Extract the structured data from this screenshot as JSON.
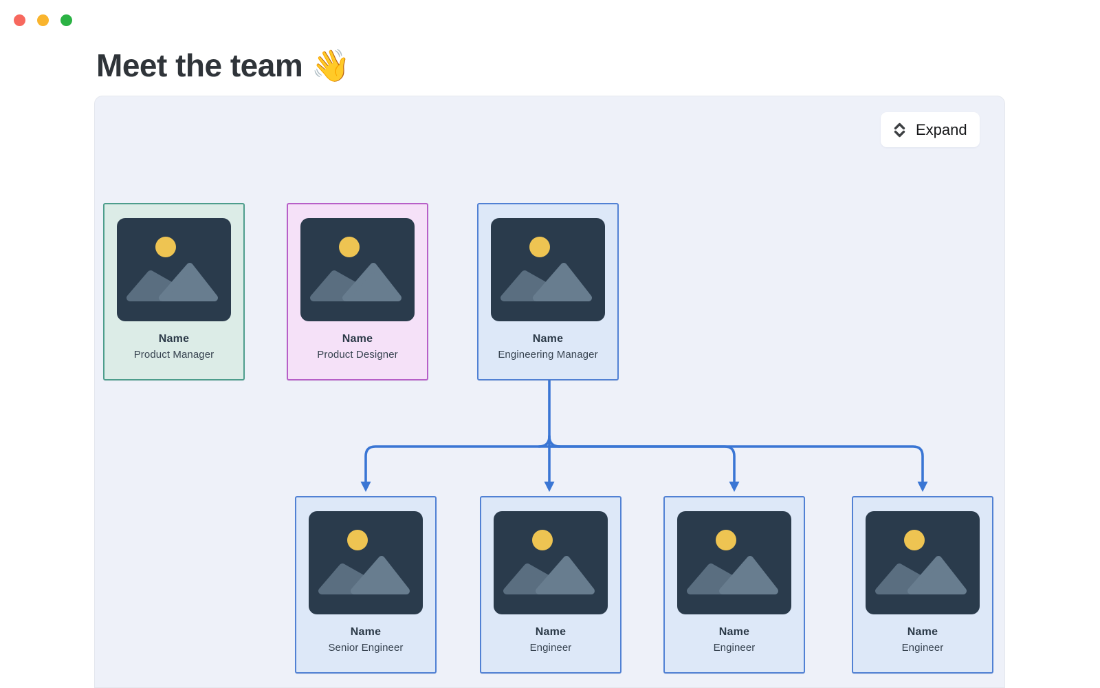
{
  "window": {
    "controls": [
      {
        "name": "close",
        "color": "#f7685e"
      },
      {
        "name": "minimize",
        "color": "#f9b42d"
      },
      {
        "name": "zoom",
        "color": "#2bb244"
      }
    ]
  },
  "page": {
    "title": "Meet the team 👋",
    "background": "#ffffff"
  },
  "org_chart": {
    "panel_background": "#eef1f9",
    "panel_border": "#e4e7ee",
    "connector_color": "#3a76d4",
    "expand_button": {
      "label": "Expand",
      "icon": "expand-vertical-chevrons",
      "icon_color": "#3d4043",
      "background": "#ffffff"
    },
    "photo_placeholder": {
      "background": "#2a3b4c",
      "sun": "#eec452",
      "mountain_left": "#5a6e80",
      "mountain_right": "#687d8f"
    },
    "cards": [
      {
        "id": "product-manager",
        "name": "Name",
        "role": "Product Manager",
        "accent": "#4d9d8c",
        "background": "#dcece7"
      },
      {
        "id": "product-designer",
        "name": "Name",
        "role": "Product Designer",
        "accent": "#b75fc8",
        "background": "#f5e1f8"
      },
      {
        "id": "engineering-manager",
        "name": "Name",
        "role": "Engineering Manager",
        "accent": "#5181d4",
        "background": "#dde8f8"
      },
      {
        "id": "senior-engineer",
        "name": "Name",
        "role": "Senior Engineer",
        "accent": "#5181d4",
        "background": "#dde8f8"
      },
      {
        "id": "engineer-1",
        "name": "Name",
        "role": "Engineer",
        "accent": "#5181d4",
        "background": "#dde8f8"
      },
      {
        "id": "engineer-2",
        "name": "Name",
        "role": "Engineer",
        "accent": "#5181d4",
        "background": "#dde8f8"
      },
      {
        "id": "engineer-3",
        "name": "Name",
        "role": "Engineer",
        "accent": "#5181d4",
        "background": "#dde8f8"
      }
    ],
    "edges": [
      {
        "from": "engineering-manager",
        "to": "senior-engineer"
      },
      {
        "from": "engineering-manager",
        "to": "engineer-1"
      },
      {
        "from": "engineering-manager",
        "to": "engineer-2"
      },
      {
        "from": "engineering-manager",
        "to": "engineer-3"
      }
    ]
  }
}
